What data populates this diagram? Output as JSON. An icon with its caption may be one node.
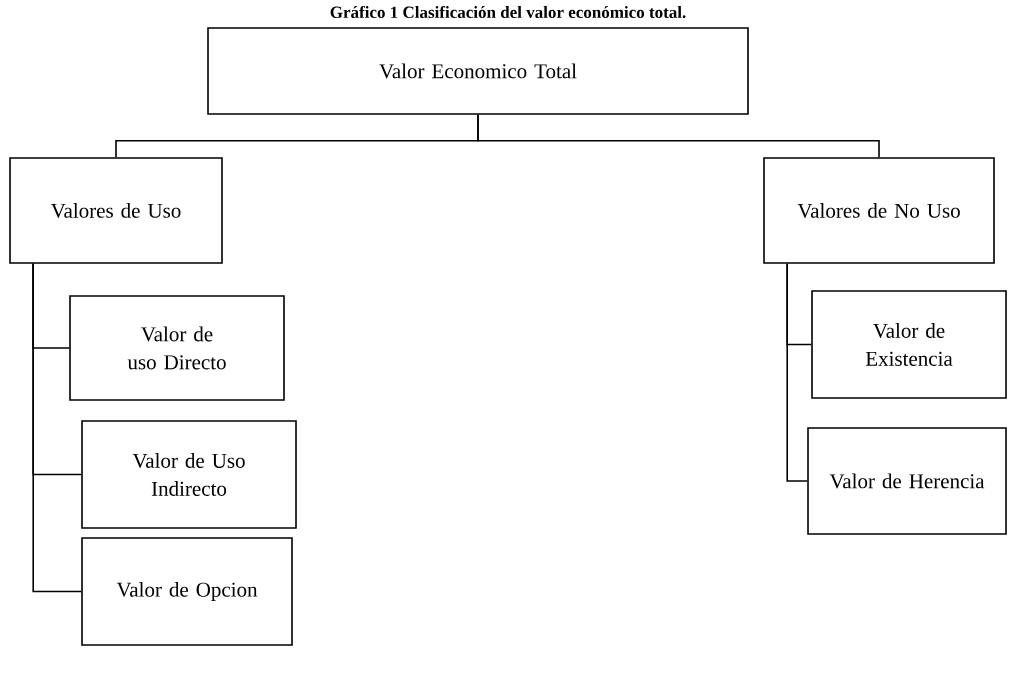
{
  "diagram": {
    "title": "Gráfico 1 Clasificación del valor económico total.",
    "nodes": [
      {
        "text": [
          "Valor Economico Total"
        ]
      },
      {
        "text": [
          "Valores de Uso"
        ]
      },
      {
        "text": [
          "Valores de No Uso"
        ]
      },
      {
        "text": [
          "Valor de uso Directo"
        ]
      },
      {
        "text": [
          "Valor de Uso Indirecto"
        ]
      },
      {
        "text": [
          "Valor de Opcion"
        ]
      },
      {
        "text": [
          "Valor de Existencia"
        ]
      },
      {
        "text": [
          "Valor de Herencia"
        ]
      }
    ],
    "edges": [
      {
        "from": 0,
        "to": 1,
        "arrow": "none"
      },
      {
        "from": 0,
        "to": 2,
        "arrow": "none"
      },
      {
        "from": 1,
        "to": 3,
        "arrow": "none"
      },
      {
        "from": 1,
        "to": 4,
        "arrow": "none"
      },
      {
        "from": 1,
        "to": 5,
        "arrow": "none"
      },
      {
        "from": 2,
        "to": 6,
        "arrow": "none"
      },
      {
        "from": 2,
        "to": 7,
        "arrow": "none"
      }
    ]
  }
}
